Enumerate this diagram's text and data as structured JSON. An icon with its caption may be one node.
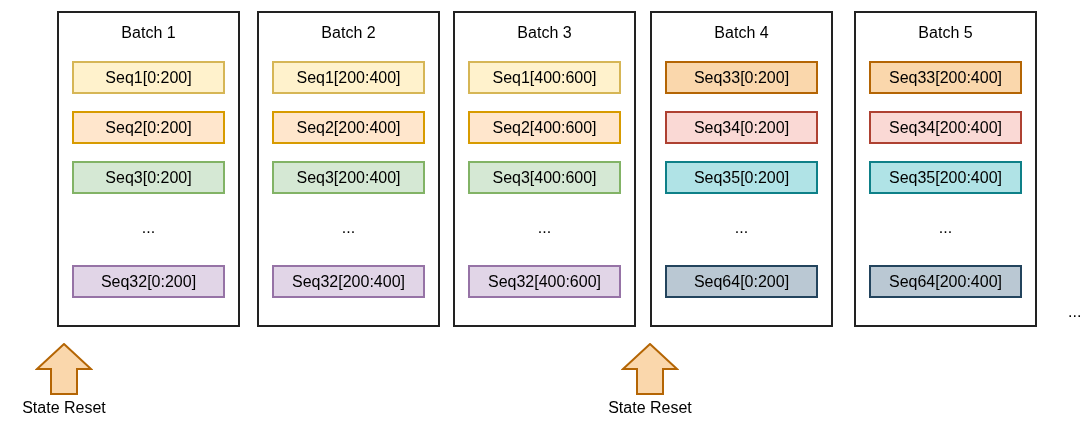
{
  "diagram": {
    "nodes": [
      {
        "text": [
          "Batch 1",
          "..."
        ]
      },
      {
        "text": [
          "Seq1[0:200]"
        ],
        "in": 0
      },
      {
        "text": [
          "Seq2[0:200]"
        ],
        "in": 0
      },
      {
        "text": [
          "Seq3[0:200]"
        ],
        "in": 0
      },
      {
        "text": [
          "Seq32[0:200]"
        ],
        "in": 0
      },
      {
        "text": [
          "Batch 2",
          "..."
        ]
      },
      {
        "text": [
          "Seq1[200:400]"
        ],
        "in": 5
      },
      {
        "text": [
          "Seq2[200:400]"
        ],
        "in": 5
      },
      {
        "text": [
          "Seq3[200:400]"
        ],
        "in": 5
      },
      {
        "text": [
          "Seq32[200:400]"
        ],
        "in": 5
      },
      {
        "text": [
          "Batch 3",
          "..."
        ]
      },
      {
        "text": [
          "Seq1[400:600]"
        ],
        "in": 10
      },
      {
        "text": [
          "Seq2[400:600]"
        ],
        "in": 10
      },
      {
        "text": [
          "Seq3[400:600]"
        ],
        "in": 10
      },
      {
        "text": [
          "Seq32[400:600]"
        ],
        "in": 10
      },
      {
        "text": [
          "Batch 4",
          "..."
        ]
      },
      {
        "text": [
          "Seq33[0:200]"
        ],
        "in": 15
      },
      {
        "text": [
          "Seq34[0:200]"
        ],
        "in": 15
      },
      {
        "text": [
          "Seq35[0:200]"
        ],
        "in": 15
      },
      {
        "text": [
          "Seq64[0:200]"
        ],
        "in": 15
      },
      {
        "text": [
          "Batch 5",
          "..."
        ]
      },
      {
        "text": [
          "Seq33[200:400]"
        ],
        "in": 20
      },
      {
        "text": [
          "Seq34[200:400]"
        ],
        "in": 20
      },
      {
        "text": [
          "Seq35[200:400]"
        ],
        "in": 20
      },
      {
        "text": [
          "Seq64[200:400]"
        ],
        "in": 20
      },
      {
        "text": [
          "State Reset"
        ]
      },
      {
        "text": [
          "State Reset"
        ]
      }
    ],
    "labels": [
      "..."
    ]
  }
}
